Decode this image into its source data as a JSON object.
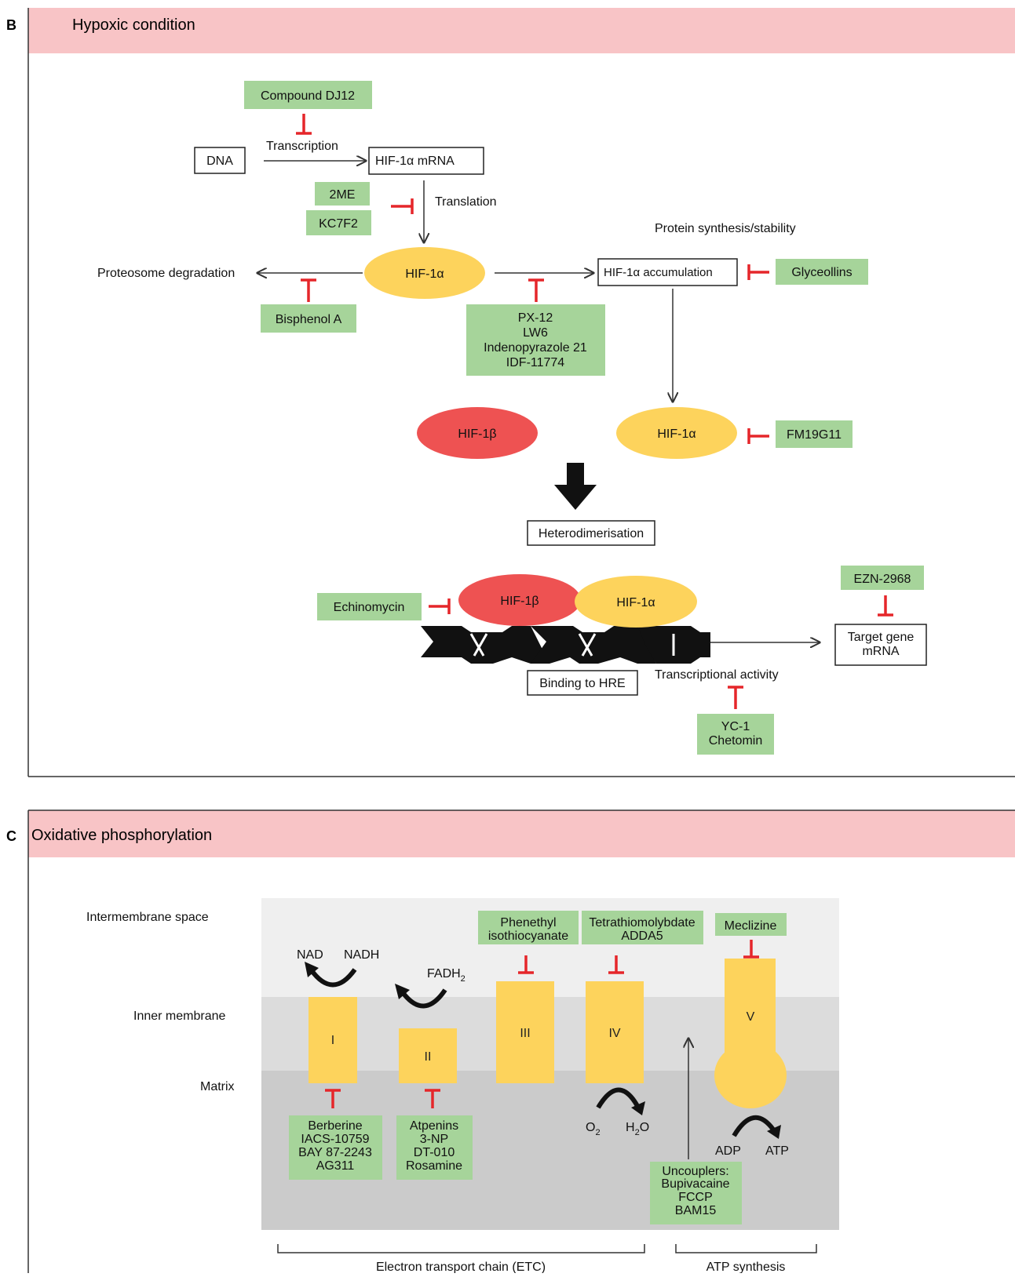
{
  "panel_b": {
    "letter": "B",
    "title": "Hypoxic condition",
    "nodes": {
      "dna": "DNA",
      "mrna_prefix": "HIF-1",
      "mrna_suffix": " mRNA",
      "hif1a_top": "HIF-1α",
      "accumulation_prefix": "HIF-1",
      "accumulation_suffix": " accumulation",
      "hif1b_mid": "HIF-1β",
      "hif1a_mid": "HIF-1α",
      "heterodimerisation": "Heterodimerisation",
      "hif1b_dna": "HIF-1β",
      "hif1a_dna": "HIF-1α",
      "binding_hre": "Binding to HRE",
      "target_gene_line1": "Target gene",
      "target_gene_line2": "mRNA"
    },
    "process_labels": {
      "transcription": "Transcription",
      "translation": "Translation",
      "protein_synthesis": "Protein synthesis/stability",
      "proteosome": "Proteosome degradation",
      "transcriptional_activity": "Transcriptional activity"
    },
    "inhibitors": {
      "dj12": "Compound DJ12",
      "two_me": "2ME",
      "kc7f2": "KC7F2",
      "bisphenol": "Bisphenol A",
      "px12": [
        "PX-12",
        "LW6",
        "Indenopyrazole 21",
        "IDF-11774"
      ],
      "glyceollins": "Glyceollins",
      "fm19g11": "FM19G11",
      "echinomycin": "Echinomycin",
      "ezn2968": "EZN-2968",
      "yc1": [
        "YC-1",
        "Chetomin"
      ]
    }
  },
  "panel_c": {
    "letter": "C",
    "title": "Oxidative phosphorylation",
    "regions": {
      "intermembrane": "Intermembrane space",
      "inner_membrane": "Inner membrane",
      "matrix": "Matrix"
    },
    "complexes": [
      "I",
      "II",
      "III",
      "IV",
      "V"
    ],
    "metabolites": {
      "nad": "NAD",
      "nadh": "NADH",
      "fadh2_base": "FADH",
      "fadh2_sub": "2",
      "o2_base": "O",
      "o2_sub": "2",
      "h2o_h": "H",
      "h2o_sub": "2",
      "h2o_o": "O",
      "adp": "ADP",
      "atp": "ATP"
    },
    "inhibitors": {
      "complex1": [
        "Berberine",
        "IACS-10759",
        "BAY 87-2243",
        "AG311"
      ],
      "complex2": [
        "Atpenins",
        "3-NP",
        "DT-010",
        "Rosamine"
      ],
      "complex3": [
        "Phenethyl",
        "isothiocyanate"
      ],
      "complex4": [
        "Tetrathiomolybdate",
        "ADDA5"
      ],
      "complex5": "Meclizine",
      "uncouplers": [
        "Uncouplers:",
        "Bupivacaine",
        "FCCP",
        "BAM15"
      ]
    },
    "brackets": {
      "etc": "Electron transport chain (ETC)",
      "atp_synthesis": "ATP synthesis"
    }
  },
  "colors": {
    "banner": "#f8c4c6",
    "drug_box": "#a6d49a",
    "hif1a": "#fdd35c",
    "hif1b": "#ee5252",
    "inhibitor": "#e5262a",
    "complex": "#fdd35c",
    "intermembrane": "#efefef",
    "membrane": "#dcdcdc",
    "matrix": "#cbcbcb"
  }
}
